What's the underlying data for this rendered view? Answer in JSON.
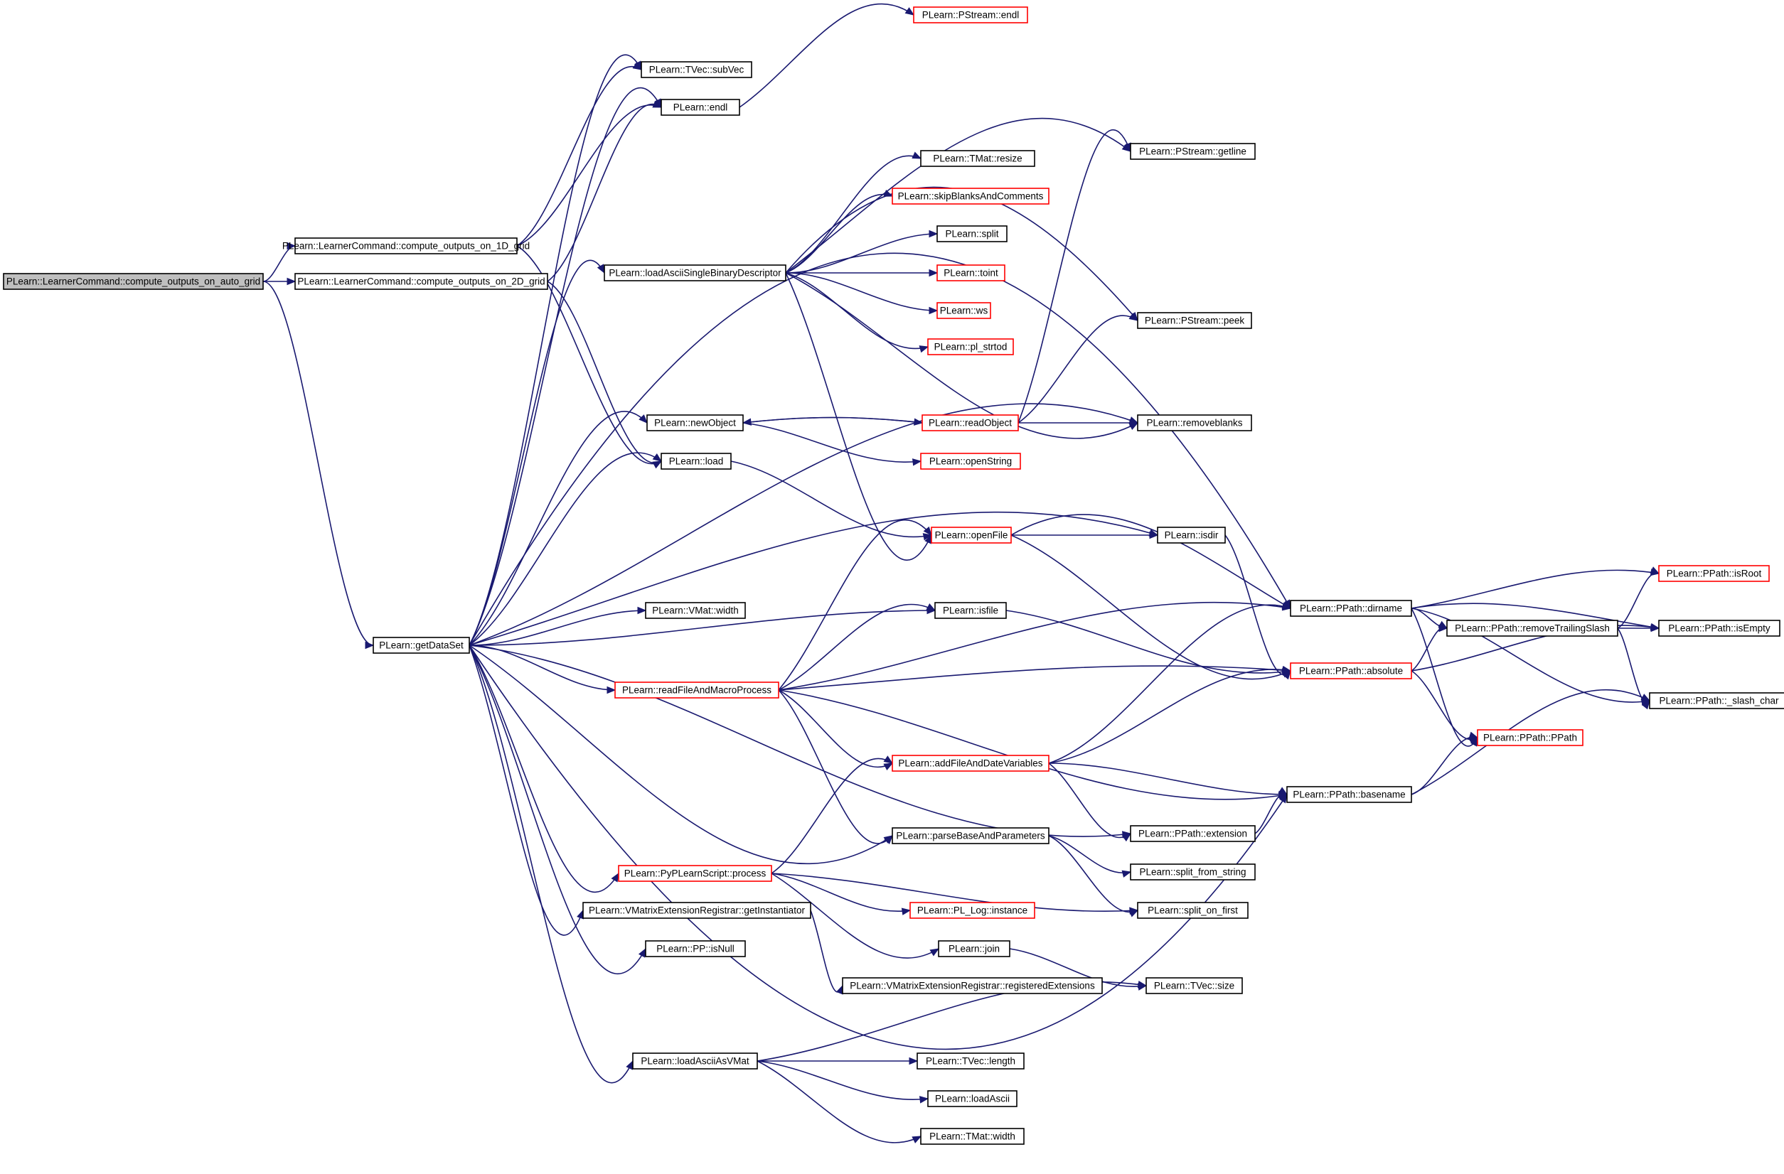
{
  "graph": {
    "edge_color": "#191970",
    "root_fill": "#bfbfbf",
    "normal_border": "#000000",
    "truncated_border": "#ff0000",
    "nodes": [
      {
        "id": "root",
        "label": "PLearn::LearnerCommand::compute_outputs_on_auto_grid",
        "style": "root"
      },
      {
        "id": "c1d",
        "label": "PLearn::LearnerCommand::compute_outputs_on_1D_grid",
        "style": "black"
      },
      {
        "id": "c2d",
        "label": "PLearn::LearnerCommand::compute_outputs_on_2D_grid",
        "style": "black"
      },
      {
        "id": "getds",
        "label": "PLearn::getDataSet",
        "style": "black"
      },
      {
        "id": "subvec",
        "label": "PLearn::TVec::subVec",
        "style": "black"
      },
      {
        "id": "endl",
        "label": "PLearn::endl",
        "style": "black"
      },
      {
        "id": "pendl",
        "label": "PLearn::PStream::endl",
        "style": "red"
      },
      {
        "id": "lasbd",
        "label": "PLearn::loadAsciiSingleBinaryDescriptor",
        "style": "black"
      },
      {
        "id": "resize",
        "label": "PLearn::TMat::resize",
        "style": "black"
      },
      {
        "id": "skip",
        "label": "PLearn::skipBlanksAndComments",
        "style": "red"
      },
      {
        "id": "split",
        "label": "PLearn::split",
        "style": "black"
      },
      {
        "id": "toint",
        "label": "PLearn::toint",
        "style": "red"
      },
      {
        "id": "ws",
        "label": "PLearn::ws",
        "style": "red"
      },
      {
        "id": "strtod",
        "label": "PLearn::pl_strtod",
        "style": "red"
      },
      {
        "id": "getline",
        "label": "PLearn::PStream::getline",
        "style": "black"
      },
      {
        "id": "peek",
        "label": "PLearn::PStream::peek",
        "style": "black"
      },
      {
        "id": "newobj",
        "label": "PLearn::newObject",
        "style": "black"
      },
      {
        "id": "readobj",
        "label": "PLearn::readObject",
        "style": "red"
      },
      {
        "id": "removeblanks",
        "label": "PLearn::removeblanks",
        "style": "black"
      },
      {
        "id": "load",
        "label": "PLearn::load",
        "style": "black"
      },
      {
        "id": "openstring",
        "label": "PLearn::openString",
        "style": "red"
      },
      {
        "id": "openfile",
        "label": "PLearn::openFile",
        "style": "red"
      },
      {
        "id": "isdir",
        "label": "PLearn::isdir",
        "style": "black"
      },
      {
        "id": "vmatwidth",
        "label": "PLearn::VMat::width",
        "style": "black"
      },
      {
        "id": "isfile",
        "label": "PLearn::isfile",
        "style": "black"
      },
      {
        "id": "dirname",
        "label": "PLearn::PPath::dirname",
        "style": "black"
      },
      {
        "id": "rts",
        "label": "PLearn::PPath::removeTrailingSlash",
        "style": "black"
      },
      {
        "id": "isroot",
        "label": "PLearn::PPath::isRoot",
        "style": "red"
      },
      {
        "id": "isempty",
        "label": "PLearn::PPath::isEmpty",
        "style": "black"
      },
      {
        "id": "slash",
        "label": "PLearn::PPath::_slash_char",
        "style": "black"
      },
      {
        "id": "absolute",
        "label": "PLearn::PPath::absolute",
        "style": "red"
      },
      {
        "id": "rfamp",
        "label": "PLearn::readFileAndMacroProcess",
        "style": "red"
      },
      {
        "id": "pppath",
        "label": "PLearn::PPath::PPath",
        "style": "red"
      },
      {
        "id": "afadv",
        "label": "PLearn::addFileAndDateVariables",
        "style": "red"
      },
      {
        "id": "basename",
        "label": "PLearn::PPath::basename",
        "style": "black"
      },
      {
        "id": "extension",
        "label": "PLearn::PPath::extension",
        "style": "black"
      },
      {
        "id": "pbap",
        "label": "PLearn::parseBaseAndParameters",
        "style": "black"
      },
      {
        "id": "sfs",
        "label": "PLearn::split_from_string",
        "style": "black"
      },
      {
        "id": "pyproc",
        "label": "PLearn::PyPLearnScript::process",
        "style": "red"
      },
      {
        "id": "sof",
        "label": "PLearn::split_on_first",
        "style": "black"
      },
      {
        "id": "pllog",
        "label": "PLearn::PL_Log::instance",
        "style": "red"
      },
      {
        "id": "getinst",
        "label": "PLearn::VMatrixExtensionRegistrar::getInstantiator",
        "style": "black"
      },
      {
        "id": "join",
        "label": "PLearn::join",
        "style": "black"
      },
      {
        "id": "isnull",
        "label": "PLearn::PP::isNull",
        "style": "black"
      },
      {
        "id": "regext",
        "label": "PLearn::VMatrixExtensionRegistrar::registeredExtensions",
        "style": "black"
      },
      {
        "id": "tvsize",
        "label": "PLearn::TVec::size",
        "style": "black"
      },
      {
        "id": "lavmat",
        "label": "PLearn::loadAsciiAsVMat",
        "style": "black"
      },
      {
        "id": "tvlength",
        "label": "PLearn::TVec::length",
        "style": "black"
      },
      {
        "id": "loadascii",
        "label": "PLearn::loadAscii",
        "style": "black"
      },
      {
        "id": "tmatwidth",
        "label": "PLearn::TMat::width",
        "style": "black"
      }
    ]
  }
}
